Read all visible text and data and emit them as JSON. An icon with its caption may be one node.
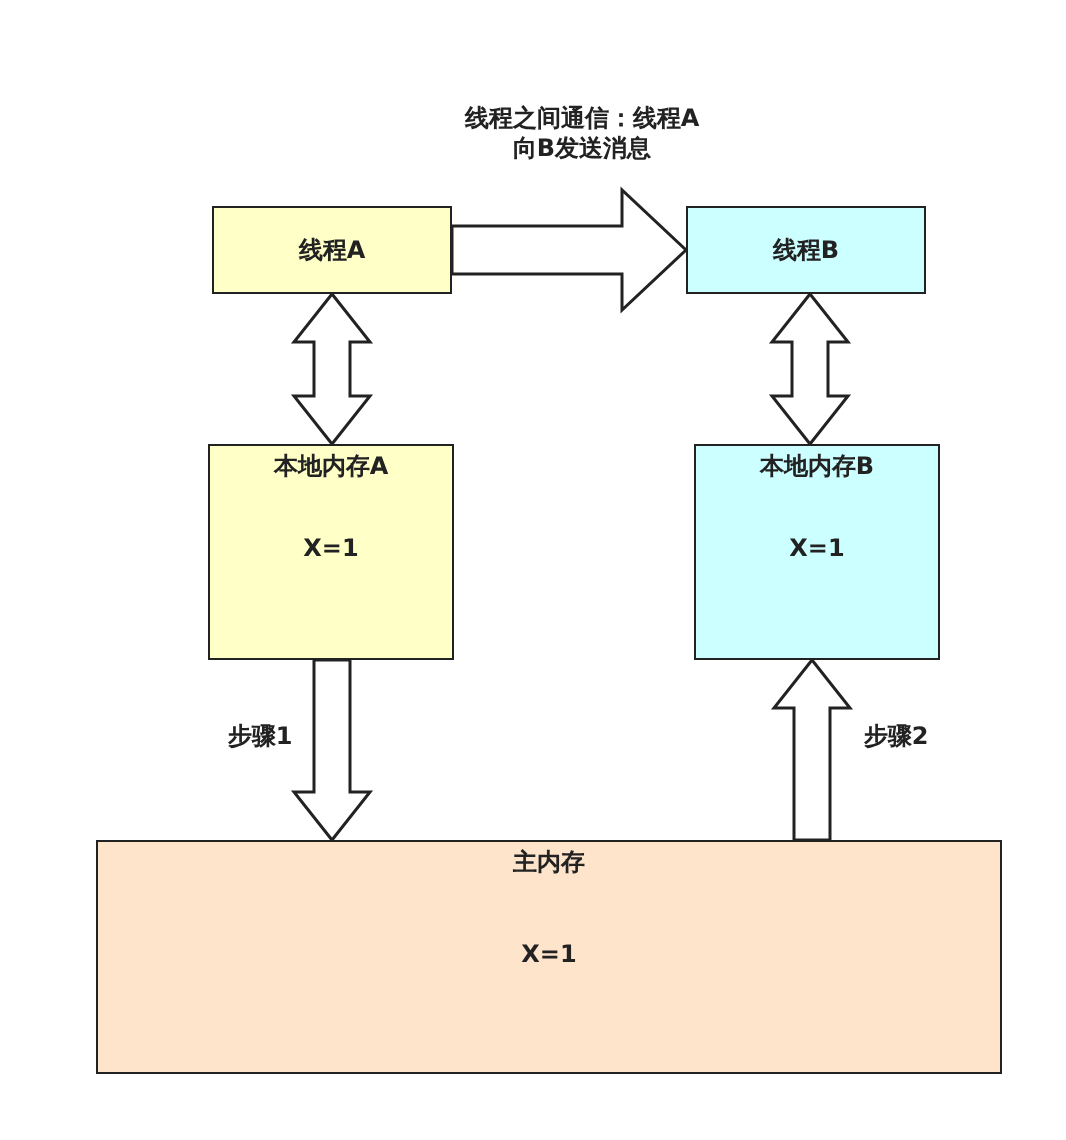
{
  "diagram": {
    "nodes": [
      {
        "text": [
          "线程A"
        ]
      },
      {
        "text": [
          "线程B"
        ]
      },
      {
        "text": [
          "本地内存A",
          "X=1"
        ]
      },
      {
        "text": [
          "本地内存B",
          "X=1"
        ]
      },
      {
        "text": [
          "主内存",
          "X=1"
        ]
      }
    ],
    "edges": [
      {
        "from": 0,
        "to": 1,
        "arrow": "to",
        "label": "线程之间通信：线程A向B发送消息"
      },
      {
        "from": 0,
        "to": 2,
        "arrow": "both"
      },
      {
        "from": 1,
        "to": 3,
        "arrow": "both"
      },
      {
        "from": 2,
        "to": 4,
        "arrow": "to",
        "label": "步骤1"
      },
      {
        "from": 4,
        "to": 3,
        "arrow": "to",
        "label": "步骤2"
      }
    ]
  }
}
